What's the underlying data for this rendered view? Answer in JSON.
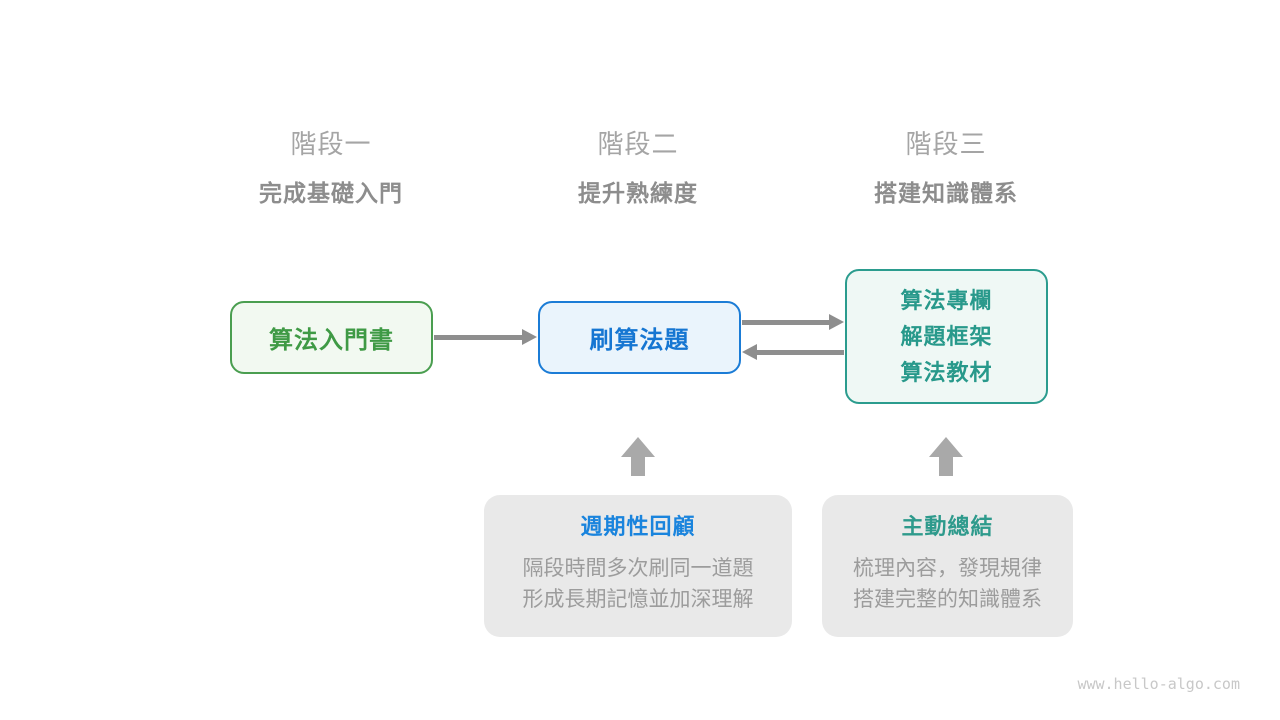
{
  "stages": [
    {
      "label": "階段一",
      "subtitle": "完成基礎入門"
    },
    {
      "label": "階段二",
      "subtitle": "提升熟練度"
    },
    {
      "label": "階段三",
      "subtitle": "搭建知識體系"
    }
  ],
  "nodes": {
    "beginner_book": {
      "label": "算法入門書"
    },
    "practice_problems": {
      "label": "刷算法題"
    },
    "advanced_resources": {
      "lines": [
        "算法專欄",
        "解題框架",
        "算法教材"
      ]
    }
  },
  "callouts": {
    "review": {
      "title": "週期性回顧",
      "lines": [
        "隔段時間多次刷同一道題",
        "形成長期記憶並加深理解"
      ]
    },
    "summarize": {
      "title": "主動總結",
      "lines": [
        "梳理內容，發現規律",
        "搭建完整的知識體系"
      ]
    }
  },
  "icons": {
    "stage1_to_stage2": "arrow-right-icon",
    "stage2_to_stage3": "arrow-right-icon",
    "stage3_to_stage2": "arrow-left-icon",
    "review_to_practice": "arrow-up-icon",
    "summarize_to_resources": "arrow-up-icon"
  },
  "colors": {
    "green_border": "#4a9e50",
    "green_text": "#3f9a45",
    "green_bg": "#f2f9f1",
    "blue_border": "#1b7cd6",
    "blue_text": "#1676d2",
    "blue_bg": "#eaf4fc",
    "blue_title": "#1a84dd",
    "teal_border": "#2b9c8e",
    "teal_text": "#28998b",
    "teal_bg": "#eff8f5",
    "arrow_gray": "#8e8e8e",
    "block_arrow_gray": "#a9a9a9",
    "callout_bg": "#e9e9e9",
    "body_text_gray": "#9c9c9c",
    "stage_label_gray": "#a5a5a5",
    "stage_subtitle_gray": "#8d8d8d",
    "watermark_gray": "#c8c8c8"
  },
  "watermark": "www.hello-algo.com"
}
